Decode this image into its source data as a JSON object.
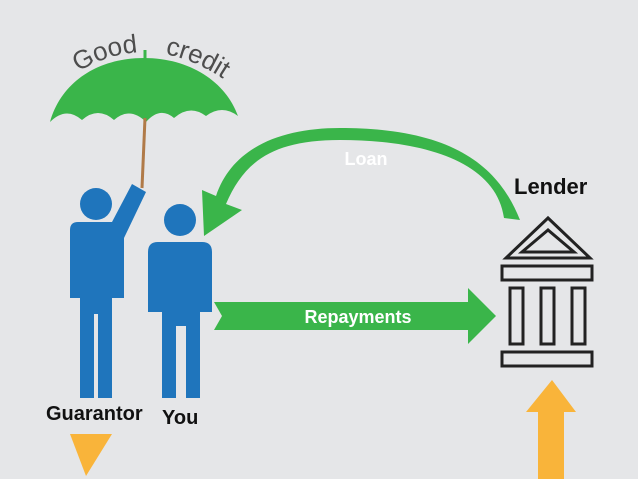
{
  "umbrella": {
    "word1": "Good",
    "word2": "credit"
  },
  "flows": {
    "loan_label": "Loan",
    "repayments_label": "Repayments"
  },
  "people": {
    "guarantor_label": "Guarantor",
    "you_label": "You"
  },
  "lender": {
    "label": "Lender"
  },
  "colors": {
    "background": "#e5e6e8",
    "green": "#3ab54a",
    "blue": "#1f75bc",
    "orange": "#f9b43a",
    "handle": "#b07a48",
    "building": "#222222"
  }
}
